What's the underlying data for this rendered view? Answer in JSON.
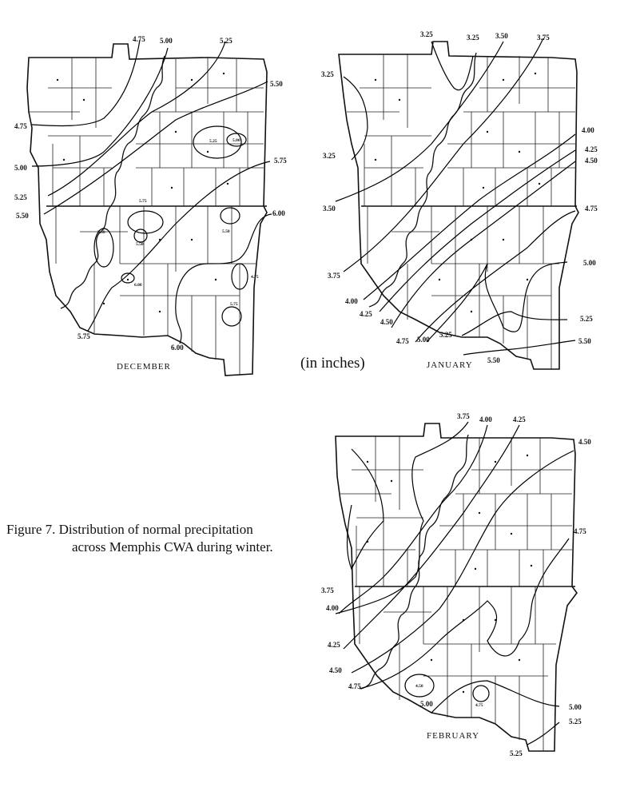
{
  "units_label": "(in inches)",
  "caption": {
    "line1": "Figure 7. Distribution of normal precipitation",
    "line2": "across Memphis CWA during winter."
  },
  "maps": [
    {
      "month": "DECEMBER",
      "contour_labels": [
        "4.75",
        "5.00",
        "5.25",
        "5.50",
        "4.75",
        "5.00",
        "5.25",
        "5.50",
        "5.75",
        "6.00",
        "5.75",
        "6.00"
      ],
      "small_labels": [
        "5.25",
        "5.00",
        "5.75",
        "5.50",
        "5.50",
        "5.50",
        "6.00",
        "4.75",
        "5.75"
      ]
    },
    {
      "month": "JANUARY",
      "contour_labels": [
        "3.25",
        "3.25",
        "3.50",
        "3.75",
        "3.25",
        "3.25",
        "3.50",
        "3.75",
        "4.00",
        "4.25",
        "4.50",
        "4.75",
        "5.00",
        "5.25",
        "5.50",
        "4.00",
        "4.25",
        "4.50",
        "4.75",
        "5.00",
        "5.25",
        "5.50"
      ],
      "small_labels": []
    },
    {
      "month": "FEBRUARY",
      "contour_labels": [
        "3.75",
        "4.00",
        "4.25",
        "4.50",
        "4.75",
        "3.75",
        "4.00",
        "4.25",
        "4.50",
        "4.75",
        "5.00",
        "5.00",
        "5.25",
        "5.25"
      ],
      "small_labels": [
        "4.50",
        "4.75"
      ]
    }
  ]
}
